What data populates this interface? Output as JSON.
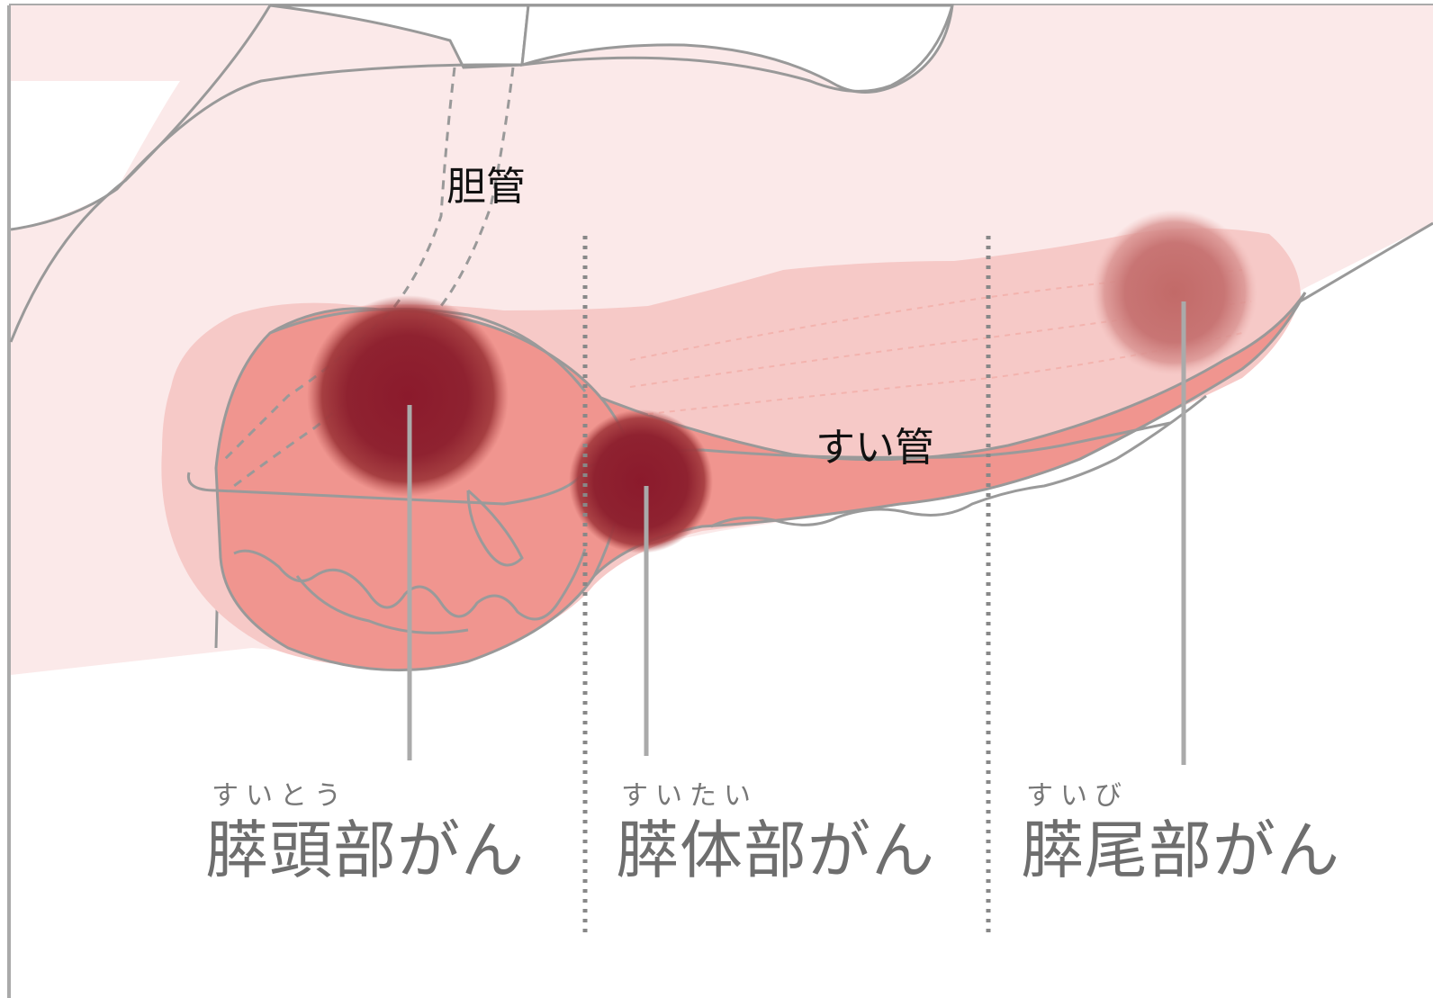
{
  "labels": {
    "bile_duct": "胆管",
    "pancreatic_duct": "すい管"
  },
  "sections": [
    {
      "ruby": "すいとう",
      "name": "膵頭部がん"
    },
    {
      "ruby": "すいたい",
      "name": "膵体部がん"
    },
    {
      "ruby": "すいび",
      "name": "膵尾部がん"
    }
  ],
  "colors": {
    "background_tissue": "#fbe9e9",
    "pancreas_outer_halo": "#f6c9c7",
    "pancreas_body": "#f3a7a2",
    "pancreas_head": "#f0958f",
    "tumor_dark": "#8b1a2c",
    "tumor_light": "#c8706f",
    "outline": "#999999",
    "leader_line": "#aaaaaa",
    "divider": "#888888"
  }
}
